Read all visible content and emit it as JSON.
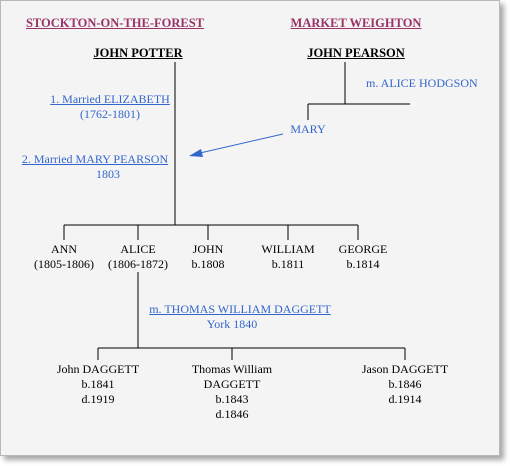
{
  "places": {
    "left": "STOCKTON-ON-THE-FOREST",
    "right": "MARKET WEIGHTON"
  },
  "fathers": {
    "potter": "JOHN  POTTER",
    "pearson": "JOHN PEARSON"
  },
  "pearson_marriage": "m. ALICE HODGSON",
  "mary": "MARY",
  "marriage1": {
    "label": "1. Married ELIZABETH",
    "dates": "(1762-1801)"
  },
  "marriage2": {
    "label": "2. Married MARY PEARSON",
    "year": "1803"
  },
  "children": [
    {
      "name": "ANN",
      "dates": "(1805-1806)"
    },
    {
      "name": "ALICE",
      "dates": "(1806-1872)"
    },
    {
      "name": "JOHN",
      "dates": "b.1808"
    },
    {
      "name": "WILLIAM",
      "dates": "b.1811"
    },
    {
      "name": "GEORGE",
      "dates": "b.1814"
    }
  ],
  "alice_marriage": {
    "label": "m. THOMAS WILLIAM DAGGETT",
    "place": "York 1840"
  },
  "grandchildren": [
    {
      "lines": [
        "John DAGGETT",
        "b.1841",
        "d.1919"
      ]
    },
    {
      "lines": [
        "Thomas William",
        "DAGGETT",
        "b.1843",
        "d.1846"
      ]
    },
    {
      "lines": [
        "Jason DAGGETT",
        "b.1846",
        "d.1914"
      ]
    }
  ],
  "colors": {
    "place": "#993366",
    "link": "#3366cc",
    "arrow": "#3366cc",
    "line": "#000000",
    "background": "#f4f4f4"
  }
}
